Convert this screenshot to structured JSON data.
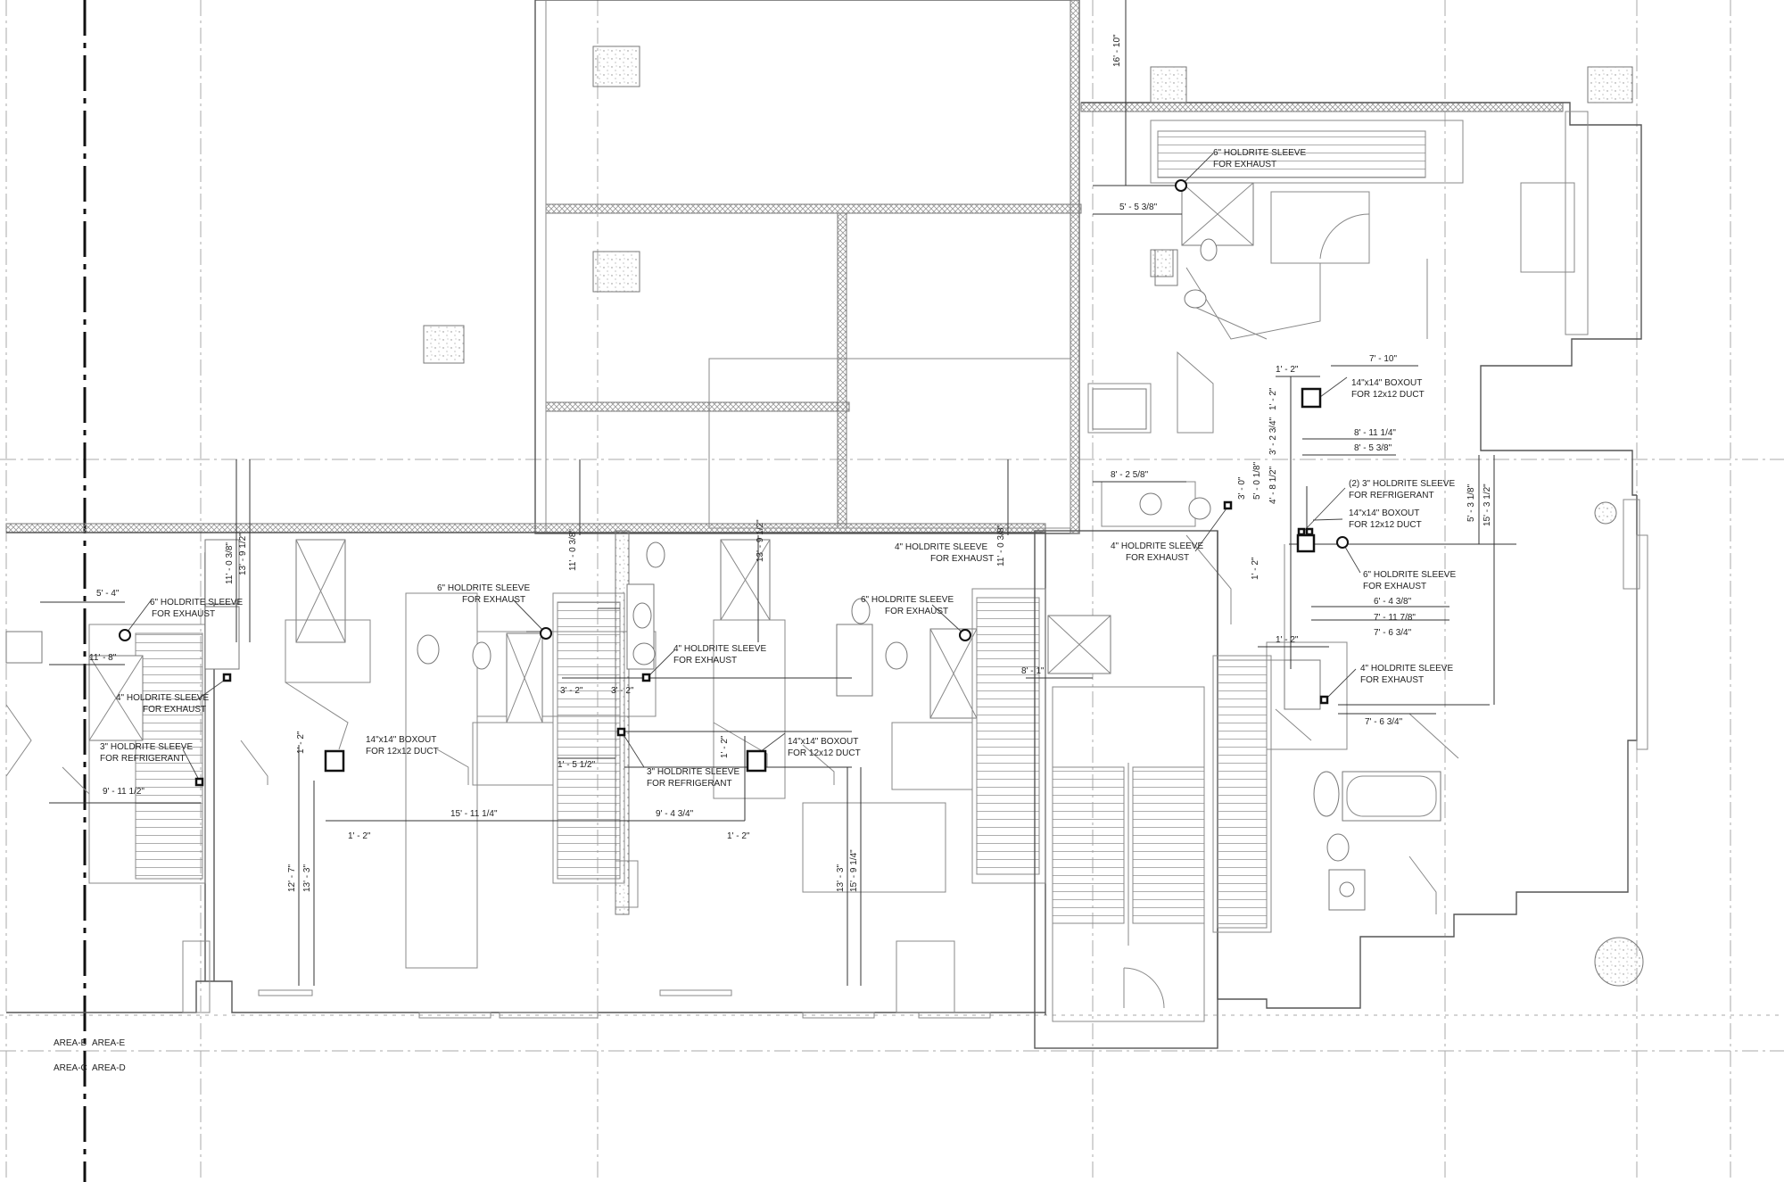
{
  "colors": {
    "line": "#555555",
    "ink": "#111111",
    "background": "#ffffff"
  },
  "area_tags": [
    "AREA-B",
    "AREA-E",
    "AREA-C",
    "AREA-D"
  ],
  "callouts": [
    {
      "line1": "6\" HOLDRITE SLEEVE",
      "line2": "FOR EXHAUST"
    },
    {
      "line1": "14\"x14\" BOXOUT",
      "line2": "FOR 12x12 DUCT"
    },
    {
      "line1": "(2) 3\" HOLDRITE SLEEVE",
      "line2": "FOR REFRIGERANT"
    },
    {
      "line1": "14\"x14\" BOXOUT",
      "line2": "FOR 12x12 DUCT"
    },
    {
      "line1": "4\" HOLDRITE  SLEEVE",
      "line2": "FOR EXHAUST"
    },
    {
      "line1": "6\" HOLDRITE SLEEVE",
      "line2": "FOR EXHAUST"
    },
    {
      "line1": "4\" HOLDRITE  SLEEVE",
      "line2": "FOR EXHAUST"
    },
    {
      "line1": "6\" HOLDRITE SLEEVE",
      "line2": "FOR EXHAUST"
    },
    {
      "line1": "4\" HOLDRITE  SLEEVE",
      "line2": "FOR EXHAUST"
    },
    {
      "line1": "3\" HOLDRITE SLEEVE",
      "line2": "FOR REFRIGERANT"
    },
    {
      "line1": "14\"x14\" BOXOUT",
      "line2": "FOR 12x12 DUCT"
    },
    {
      "line1": "6\" HOLDRITE SLEEVE",
      "line2": "FOR EXHAUST"
    },
    {
      "line1": "4\" HOLDRITE  SLEEVE",
      "line2": "FOR EXHAUST"
    },
    {
      "line1": "3\" HOLDRITE SLEEVE",
      "line2": "FOR REFRIGERANT"
    },
    {
      "line1": "14\"x14\" BOXOUT",
      "line2": "FOR 12x12 DUCT"
    },
    {
      "line1": "6\" HOLDRITE SLEEVE",
      "line2": "FOR EXHAUST"
    },
    {
      "line1": "4\" HOLDRITE  SLEEVE",
      "line2": "FOR EXHAUST"
    }
  ],
  "dimensions": [
    "16' - 10\"",
    "5' - 5 3/8\"",
    "7' - 10\"",
    "1' - 2\"",
    "1' - 2\"",
    "3' - 2 3/4\"",
    "8' - 11 1/4\"",
    "8' - 5 3/8\"",
    "8' - 2 5/8\"",
    "3' - 0\"",
    "5' - 0 1/8\"",
    "4' - 8 1/2\"",
    "5' - 3 1/8\"",
    "15' - 3 1/2\"",
    "1' - 2\"",
    "6' - 4 3/8\"",
    "7' - 11 7/8\"",
    "7' - 6 3/4\"",
    "1' - 2\"",
    "7' - 6 3/4\"",
    "8' - 1\"",
    "5' - 4\"",
    "11' - 8\"",
    "9' - 11 1/2\"",
    "11' - 0 3/8\"",
    "13' - 9 1/2\"",
    "1' - 2\"",
    "1' - 2\"",
    "12' - 7\"",
    "13' - 3\"",
    "15' - 11 1/4\"",
    "11' - 0 3/8\"",
    "13' - 9 1/2\"",
    "3' - 2\"",
    "3' - 2\"",
    "1' - 5 1/2\"",
    "1' - 2\"",
    "9' - 4 3/4\"",
    "1' - 2\"",
    "11' - 0 3/8\"",
    "13' - 3\"",
    "15' - 9 1/4\""
  ]
}
